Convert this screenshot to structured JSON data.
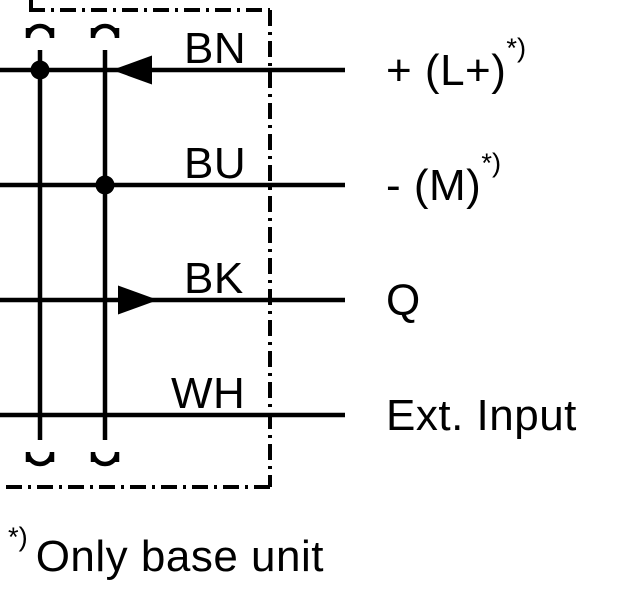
{
  "diagram": {
    "rows": [
      {
        "wire_label": "BN",
        "terminal": "+ (L+)",
        "terminal_sup": "*)",
        "wire_icons": [
          "junction-dot",
          "arrow-left"
        ]
      },
      {
        "wire_label": "BU",
        "terminal": "- (M)",
        "terminal_sup": "*)",
        "wire_icons": [
          "junction-dot"
        ]
      },
      {
        "wire_label": "BK",
        "terminal": "Q",
        "terminal_sup": "",
        "wire_icons": [
          "arrow-right"
        ]
      },
      {
        "wire_label": "WH",
        "terminal": "Ext. Input",
        "terminal_sup": "",
        "wire_icons": []
      }
    ],
    "footnote": {
      "marker": "*)",
      "text": "Only base unit"
    },
    "colors": {
      "ink": "#000000",
      "background": "#ffffff"
    }
  }
}
